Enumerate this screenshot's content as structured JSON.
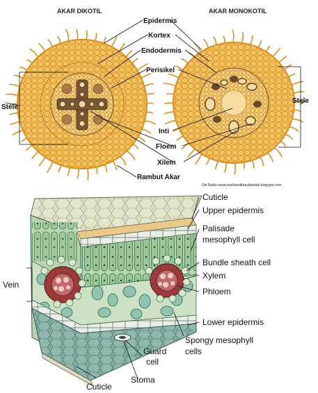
{
  "top": {
    "dicot_title": "AKAR DIKOTIL",
    "monocot_title": "AKAR MONOKOTIL",
    "labels": {
      "epidermis": "Epidermis",
      "kortex": "Kortex",
      "endodermis": "Endodermis",
      "perisikel": "Perisikel",
      "inti": "Inti",
      "floem": "Floem",
      "xilem": "Xilem",
      "rambut_akar": "Rambut Akar",
      "stele_left": "Stele",
      "stele_right": "Stele"
    },
    "credit": "Oki Radio www.maribandittraybtastari.blogspot.com"
  },
  "bottom": {
    "labels": {
      "cuticle_top": "Cuticle",
      "upper_epidermis": "Upper epidermis",
      "palisade_1": "Palisade",
      "palisade_2": "mesophyll cell",
      "bundle_sheath": "Bundle sheath cell",
      "xylem": "Xylem",
      "phloem": "Phloem",
      "vein": "Vein",
      "lower_epidermis": "Lower epidermis",
      "spongy_1": "Spongy mesophyll",
      "spongy_2": "cells",
      "guard_1": "Guard",
      "guard_2": "cell",
      "stoma": "Stoma",
      "cuticle_bottom": "Cuticle"
    }
  },
  "colors": {
    "root_fill": "#f2b84e",
    "root_edge": "#d98f1e",
    "root_cell_line": "#c98a2a",
    "stele_dark": "#6b4a2a",
    "leaf_green": "#8fb98a",
    "leaf_dark": "#3c6e4a",
    "xylem_red": "#9c3a3a",
    "cuticle_tan": "#e8c98a"
  }
}
